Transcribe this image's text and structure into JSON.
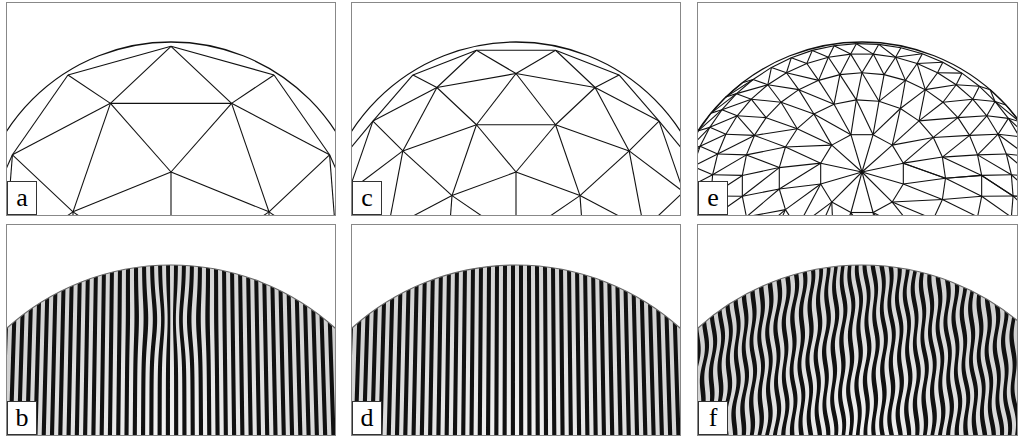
{
  "diagram": {
    "nodes": [
      {
        "text": [
          "a"
        ]
      },
      {
        "text": [
          "c"
        ]
      },
      {
        "text": [
          "e"
        ]
      },
      {
        "text": [
          "b"
        ]
      },
      {
        "text": [
          "d"
        ]
      },
      {
        "text": [
          "f"
        ]
      }
    ]
  }
}
